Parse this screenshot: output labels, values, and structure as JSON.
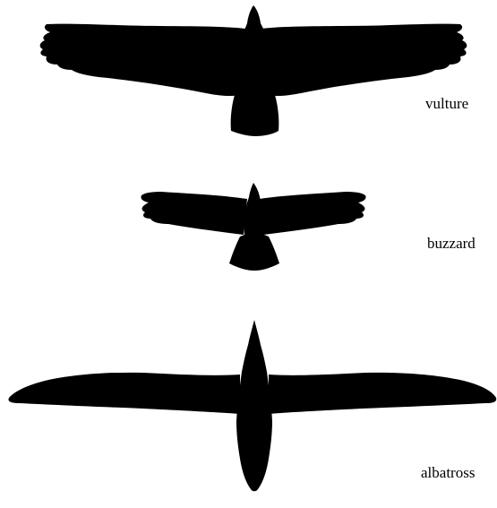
{
  "figure": {
    "birds": [
      {
        "label": "vulture",
        "icon": "vulture-silhouette-icon"
      },
      {
        "label": "buzzard",
        "icon": "buzzard-silhouette-icon"
      },
      {
        "label": "albatross",
        "icon": "albatross-silhouette-icon"
      }
    ],
    "silhouette_color": "#000000",
    "background_color": "#ffffff"
  }
}
